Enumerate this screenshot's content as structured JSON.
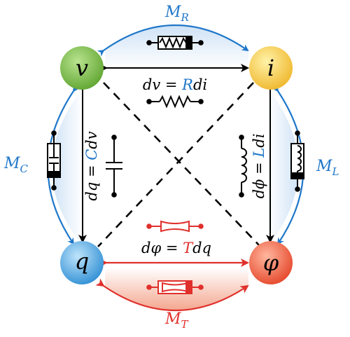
{
  "nodes": {
    "v": {
      "label": "v",
      "color": "#7fbf4e"
    },
    "i": {
      "label": "i",
      "color": "#f2c94c"
    },
    "q": {
      "label": "q",
      "color": "#3ea0e0"
    },
    "phi": {
      "label": "φ",
      "color": "#ee5a3c"
    }
  },
  "relations": {
    "resistor": {
      "lhs": "dv = ",
      "coef": "R",
      "rhs": "di"
    },
    "capacitor": {
      "lhs": "dq = ",
      "coef": "C",
      "rhs": "dv"
    },
    "inductor": {
      "lhs": "dϕ = ",
      "coef": "L",
      "rhs": "di"
    },
    "T_element": {
      "lhs": "dφ = ",
      "coef": "T",
      "rhs": "dq"
    }
  },
  "memelements": {
    "top": {
      "main": "M",
      "sub": "R"
    },
    "left": {
      "main": "M",
      "sub": "C"
    },
    "right": {
      "main": "M",
      "sub": "L"
    },
    "bottom": {
      "main": "M",
      "sub": "T"
    }
  },
  "colors": {
    "blue": "#1f77c9",
    "red": "#e0302c",
    "black": "#000000",
    "blue_fill": "#dbe9f7",
    "red_fill": "#f7c9bd"
  }
}
